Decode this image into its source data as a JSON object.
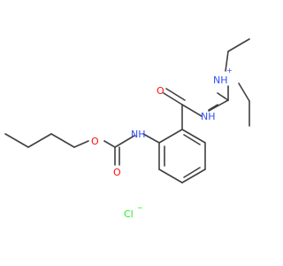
{
  "colors": {
    "bond": "#404040",
    "nitrogen": "#3050F8",
    "oxygen": "#FF0D0D",
    "chlorine": "#1FF01F",
    "carbon": "#404040"
  },
  "labels": {
    "nh_amine": "NH",
    "nh_plus": "+",
    "nh_amide": "NH",
    "o_amide": "O",
    "nh_carbamate": "NH",
    "o_carbamate_carbonyl": "O",
    "o_ester": "O",
    "cl": "Cl",
    "cl_minus": "−"
  }
}
